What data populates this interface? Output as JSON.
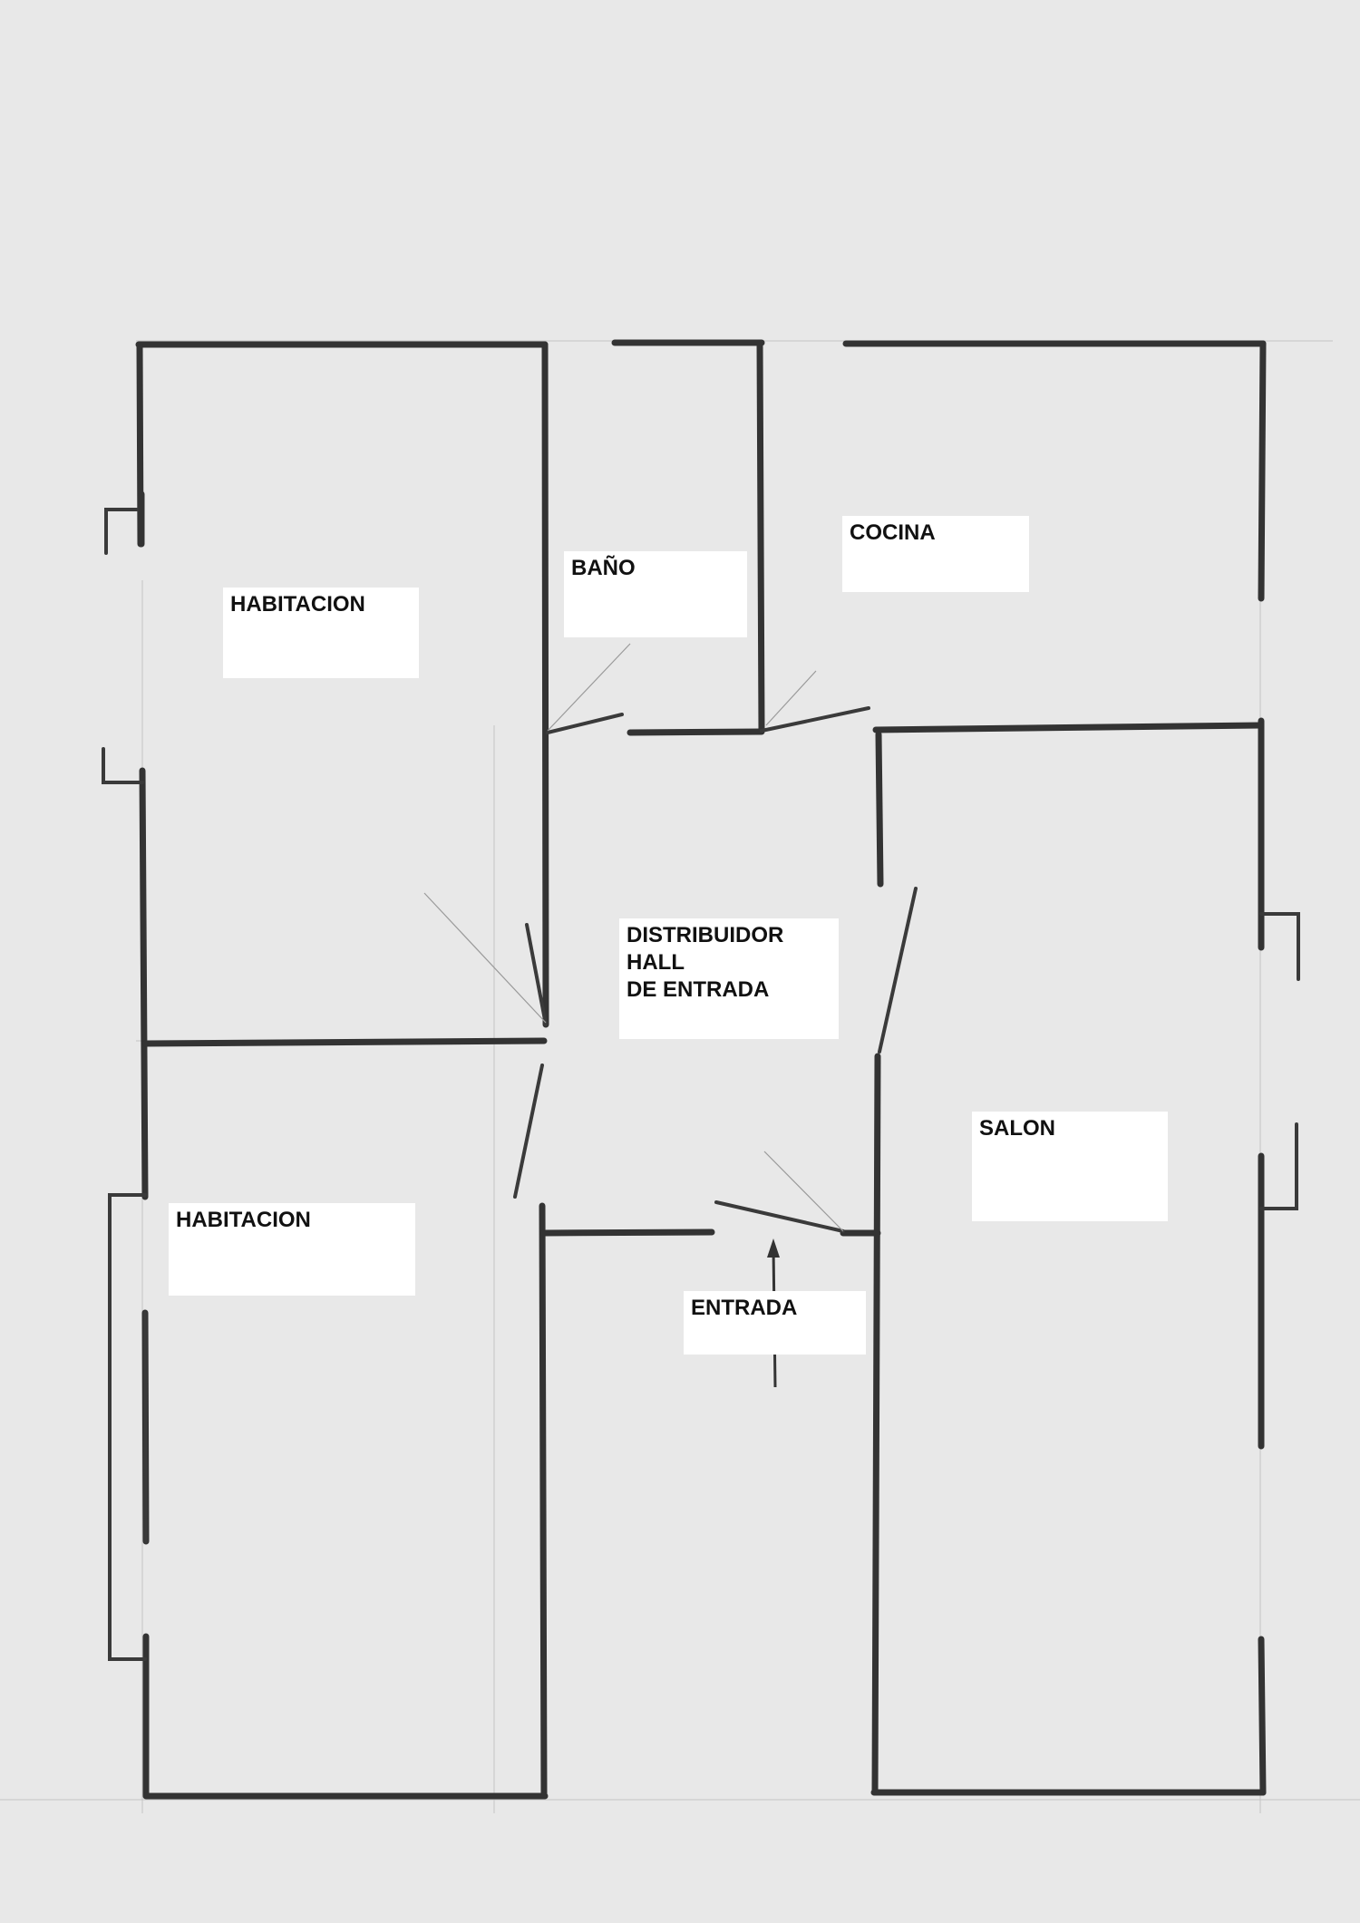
{
  "rooms": {
    "habitacion_top": "HABITACION",
    "bano": "BAÑO",
    "cocina": "COCINA",
    "distribuidor": "DISTRIBUIDOR\nHALL\nDE ENTRADA",
    "salon": "SALON",
    "habitacion_bottom": "HABITACION",
    "entrada": "ENTRADA"
  },
  "colors": {
    "paper": "#e8e8e8",
    "ink": "#333333",
    "label_bg": "#ffffff"
  }
}
